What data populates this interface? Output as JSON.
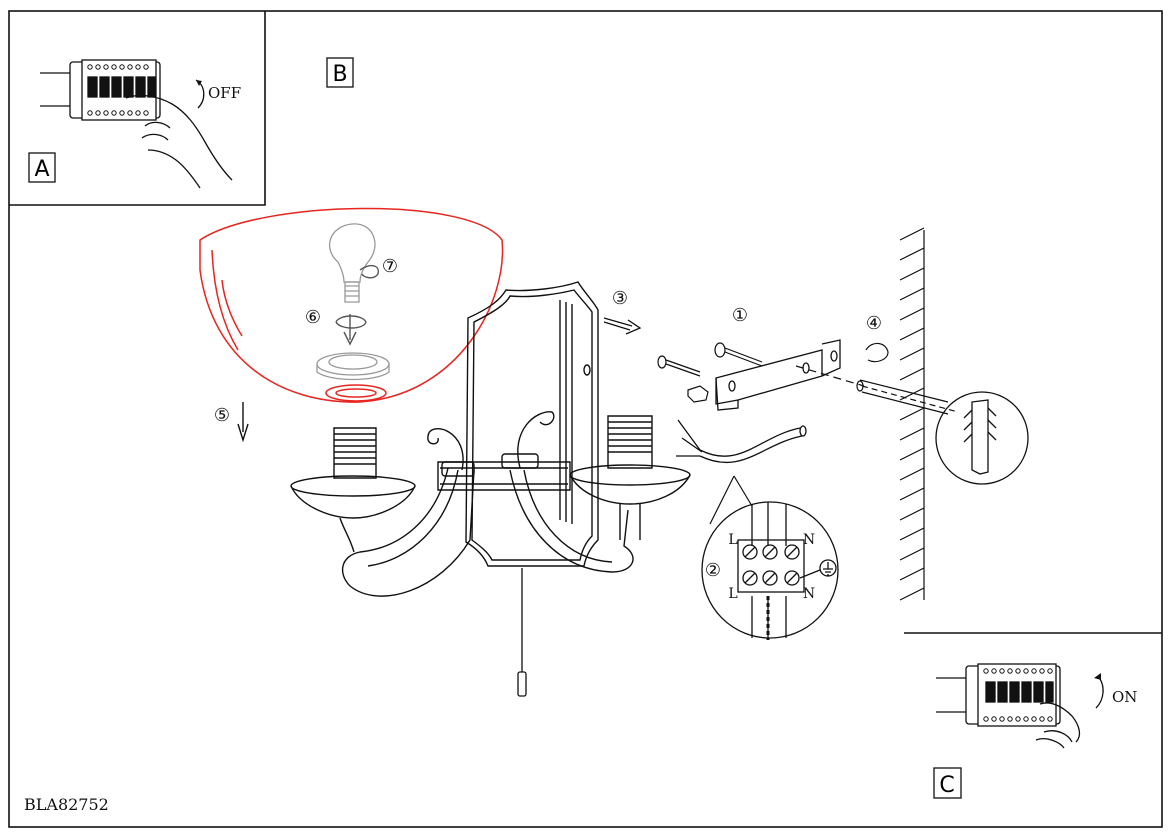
{
  "panels": {
    "a": {
      "letter": "A",
      "switch_label": "OFF"
    },
    "b": {
      "letter": "B"
    },
    "c": {
      "letter": "C",
      "switch_label": "ON"
    }
  },
  "steps": [
    "①",
    "②",
    "③",
    "④",
    "⑤",
    "⑥",
    "⑦"
  ],
  "terminal_labels": {
    "top_left": "L",
    "top_right": "N",
    "bottom_left": "L",
    "bottom_right": "N"
  },
  "colors": {
    "line": "#111111",
    "shade_highlight": "#e8251f"
  },
  "model_code": "BLA82752"
}
